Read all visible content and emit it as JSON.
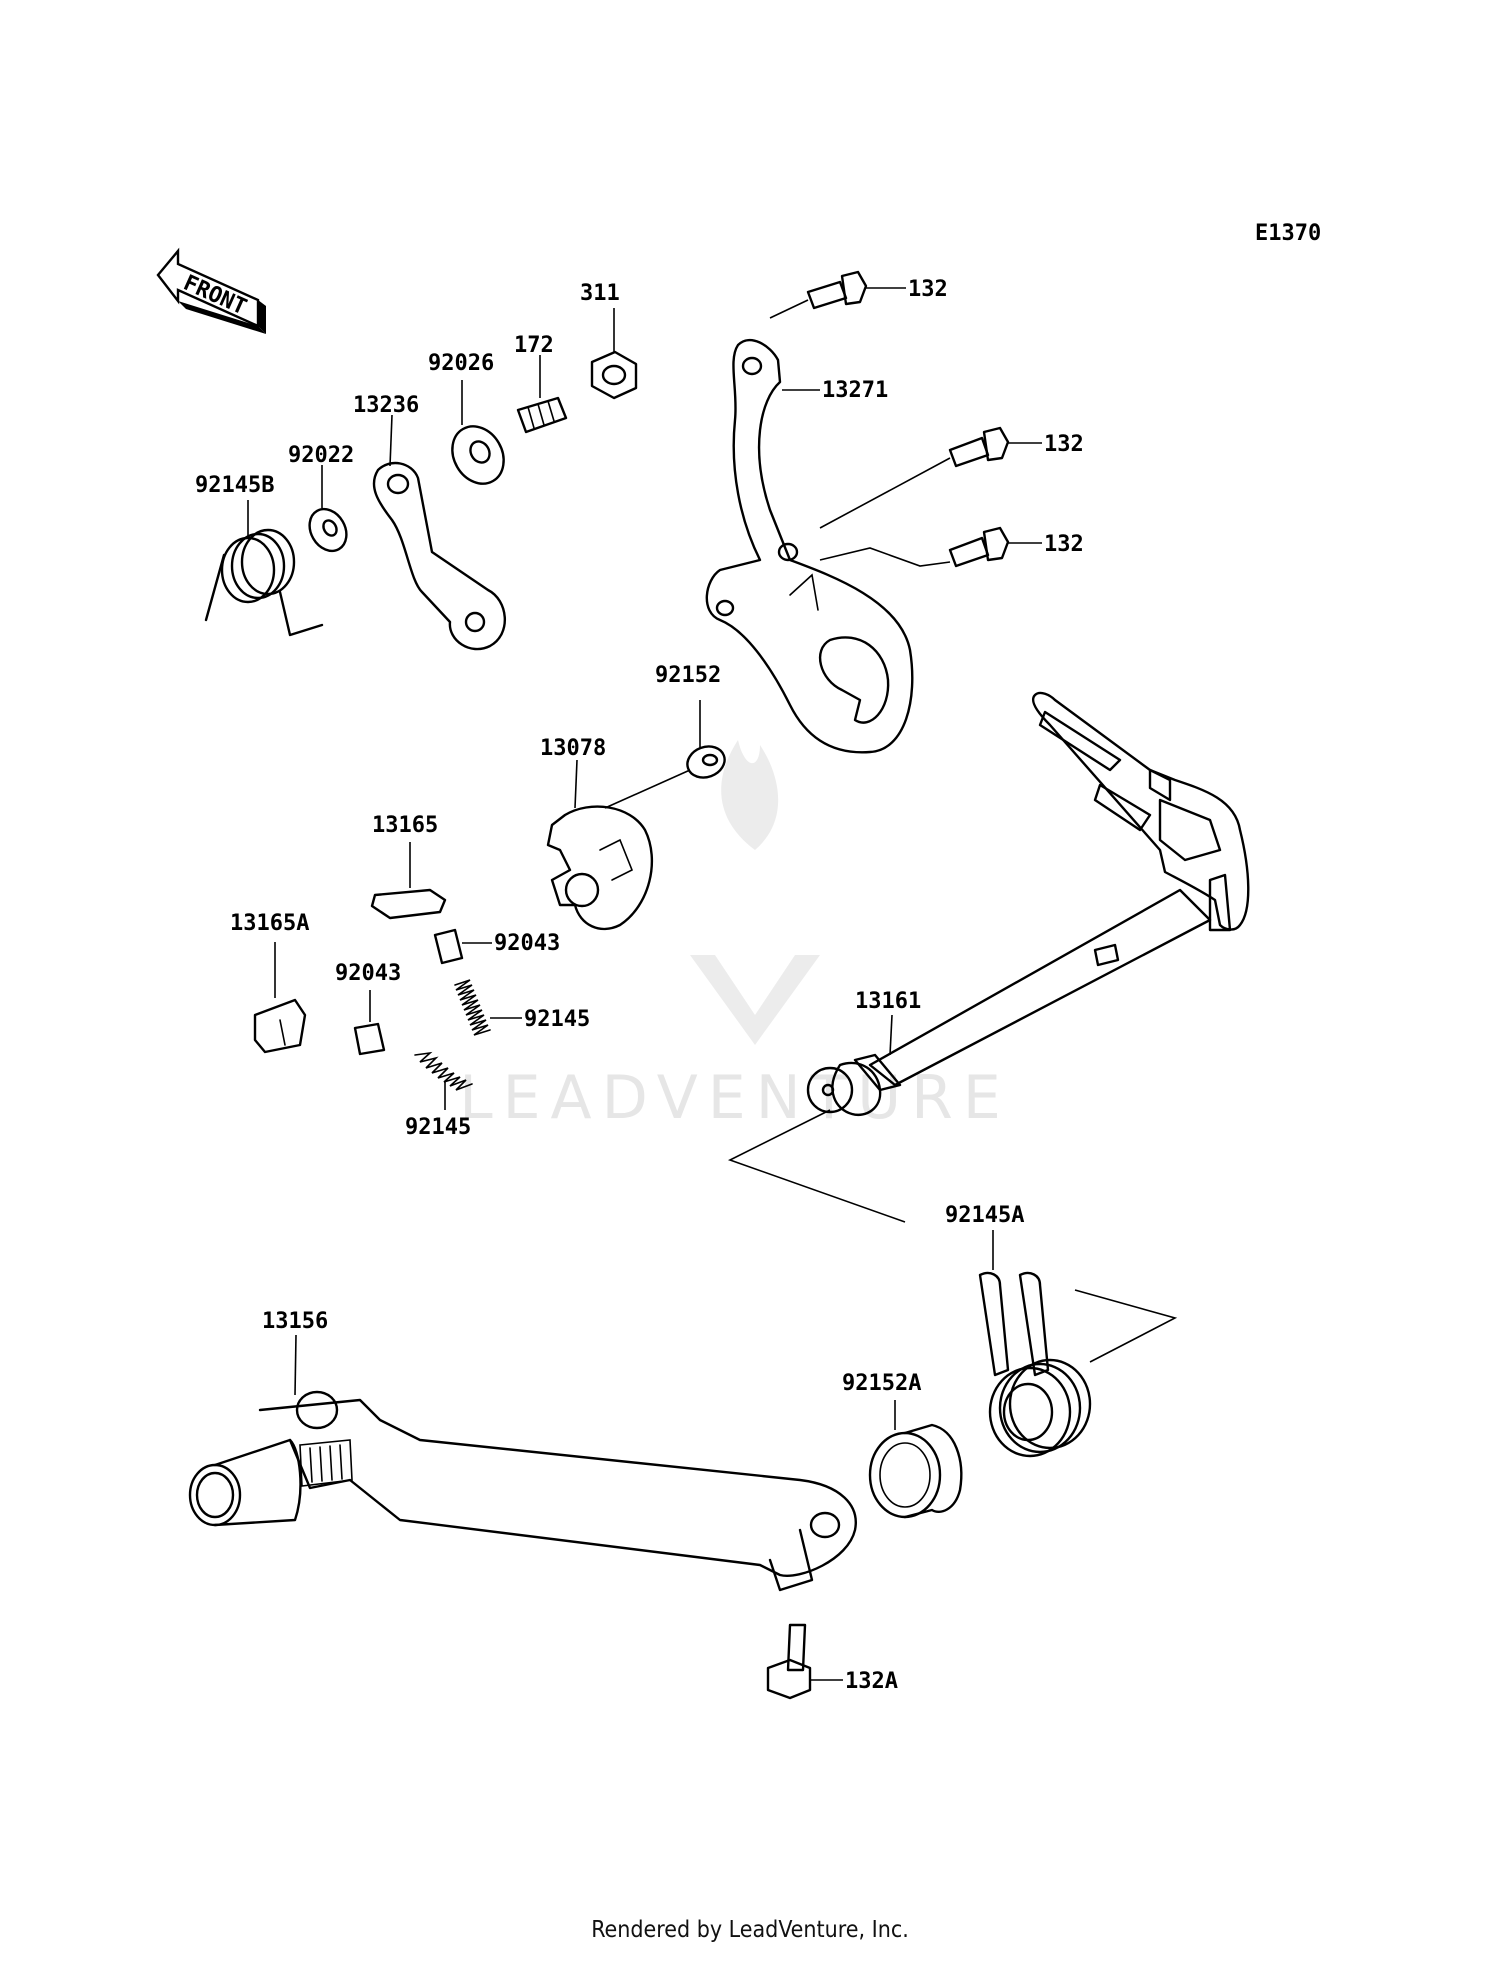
{
  "diagram_code": "E1370",
  "front_label": "FRONT",
  "watermark": "LEADVENTURE",
  "footer": "Rendered by LeadVenture, Inc.",
  "labels": {
    "p311": "311",
    "p132a": "132",
    "p132b": "132",
    "p132c": "132",
    "p172": "172",
    "p92026": "92026",
    "p13236": "13236",
    "p92022": "92022",
    "p92145B": "92145B",
    "p13271": "13271",
    "p92152": "92152",
    "p13078": "13078",
    "p13165": "13165",
    "p13165A": "13165A",
    "p92043a": "92043",
    "p92043b": "92043",
    "p92145a": "92145",
    "p92145b": "92145",
    "p13161": "13161",
    "p92145A": "92145A",
    "p13156": "13156",
    "p92152A": "92152A",
    "p132A": "132A"
  }
}
